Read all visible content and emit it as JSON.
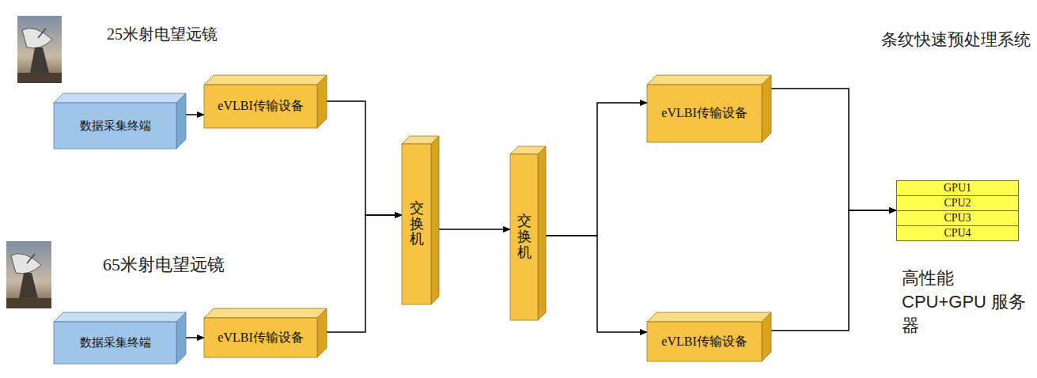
{
  "diagram": {
    "nodes": [
      {
        "text": [
          "数据采集终端"
        ]
      },
      {
        "text": [
          "eVLBI传输设备"
        ]
      },
      {
        "text": [
          "数据采集终端"
        ]
      },
      {
        "text": [
          "eVLBI传输设备"
        ]
      },
      {
        "text": [
          "交换机"
        ]
      },
      {
        "text": [
          "交换机"
        ]
      },
      {
        "text": [
          "eVLBI传输设备"
        ]
      },
      {
        "text": [
          "eVLBI传输设备"
        ]
      },
      {
        "text": [
          "高性能CPU+GPU 服务器"
        ]
      },
      {
        "text": [
          "GPU1"
        ],
        "in": 8
      },
      {
        "text": [
          "CPU2"
        ],
        "in": 8
      },
      {
        "text": [
          "CPU3"
        ],
        "in": 8
      },
      {
        "text": [
          "CPU4"
        ],
        "in": 8
      }
    ],
    "edges": [
      {
        "from": 0,
        "to": 1,
        "arrow": "to"
      },
      {
        "from": 2,
        "to": 3,
        "arrow": "to"
      },
      {
        "from": 1,
        "to": 4,
        "arrow": "to"
      },
      {
        "from": 3,
        "to": 4,
        "arrow": "to"
      },
      {
        "from": 4,
        "to": 5,
        "arrow": "to"
      },
      {
        "from": 5,
        "to": 6,
        "arrow": "to"
      },
      {
        "from": 5,
        "to": 7,
        "arrow": "to"
      },
      {
        "from": 6,
        "to": 8,
        "arrow": "to"
      },
      {
        "from": 7,
        "to": 8,
        "arrow": "to"
      }
    ],
    "labels": [
      "25米射电望远镜",
      "65米射电望远镜",
      "条纹快速预处理系统"
    ]
  }
}
